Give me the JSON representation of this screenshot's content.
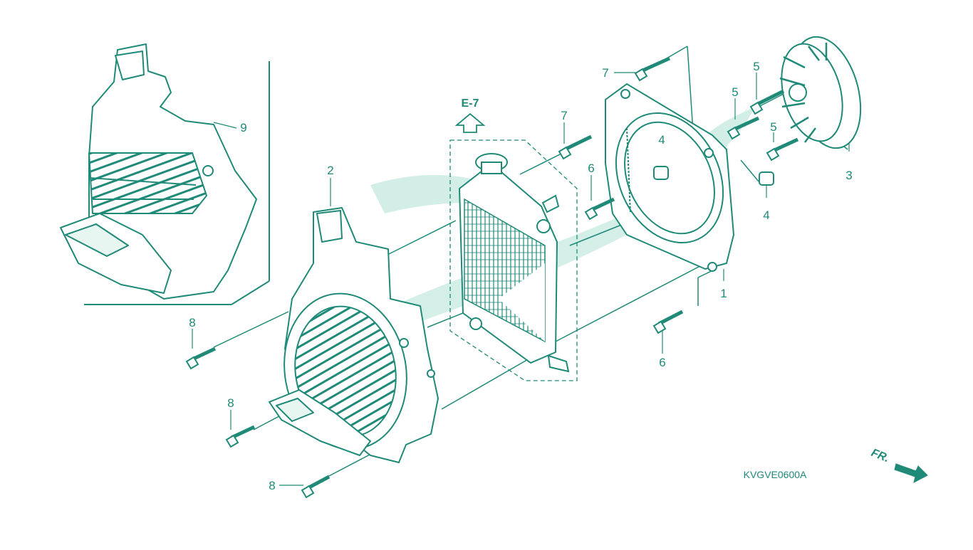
{
  "diagram": {
    "ref_arrow_label": "E-7",
    "diagram_code": "KVGVE0600A",
    "front_arrow_label": "FR.",
    "colors": {
      "line": "#1f8a78",
      "part_fill": "#ffffff",
      "watermark": "#c9ebe1"
    },
    "callouts": [
      {
        "id": "1",
        "text": "1"
      },
      {
        "id": "2",
        "text": "2"
      },
      {
        "id": "3",
        "text": "3"
      },
      {
        "id": "4a",
        "text": "4"
      },
      {
        "id": "4b",
        "text": "4"
      },
      {
        "id": "5a",
        "text": "5"
      },
      {
        "id": "5b",
        "text": "5"
      },
      {
        "id": "5c",
        "text": "5"
      },
      {
        "id": "6a",
        "text": "6"
      },
      {
        "id": "6b",
        "text": "6"
      },
      {
        "id": "7a",
        "text": "7"
      },
      {
        "id": "7b",
        "text": "7"
      },
      {
        "id": "8a",
        "text": "8"
      },
      {
        "id": "8b",
        "text": "8"
      },
      {
        "id": "8c",
        "text": "8"
      },
      {
        "id": "9",
        "text": "9"
      }
    ]
  }
}
